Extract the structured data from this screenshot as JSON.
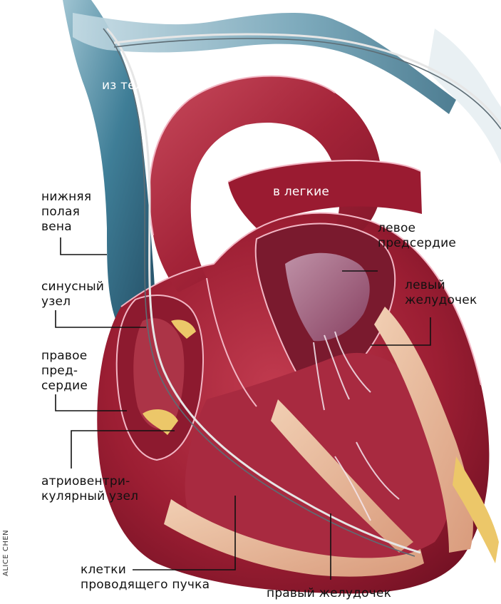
{
  "labels": {
    "from_body": "из тела",
    "to_lungs": "в легкие",
    "inferior_vena_cava": "нижняя\nполая\nвена",
    "left_atrium": "левое\nпредсердие",
    "sinus_node": "синусный\nузел",
    "left_ventricle": "левый\nжелудочек",
    "right_atrium": "правое\nпред-\nсердие",
    "av_node": "атриовентри-\nкулярный узел",
    "bundle_cells": "клетки\nпроводящего пучка",
    "right_ventricle": "правый желудочек"
  },
  "credit": "ALICE CHEN",
  "colors": {
    "background": "#ffffff",
    "vein_blue": "#3f7e97",
    "muscle_red": "#a12236",
    "muscle_dark": "#6f1022",
    "outline_pink": "#f2b6c4",
    "fat_yellow": "#ecc769",
    "tissue_tan": "#e8b99a"
  }
}
